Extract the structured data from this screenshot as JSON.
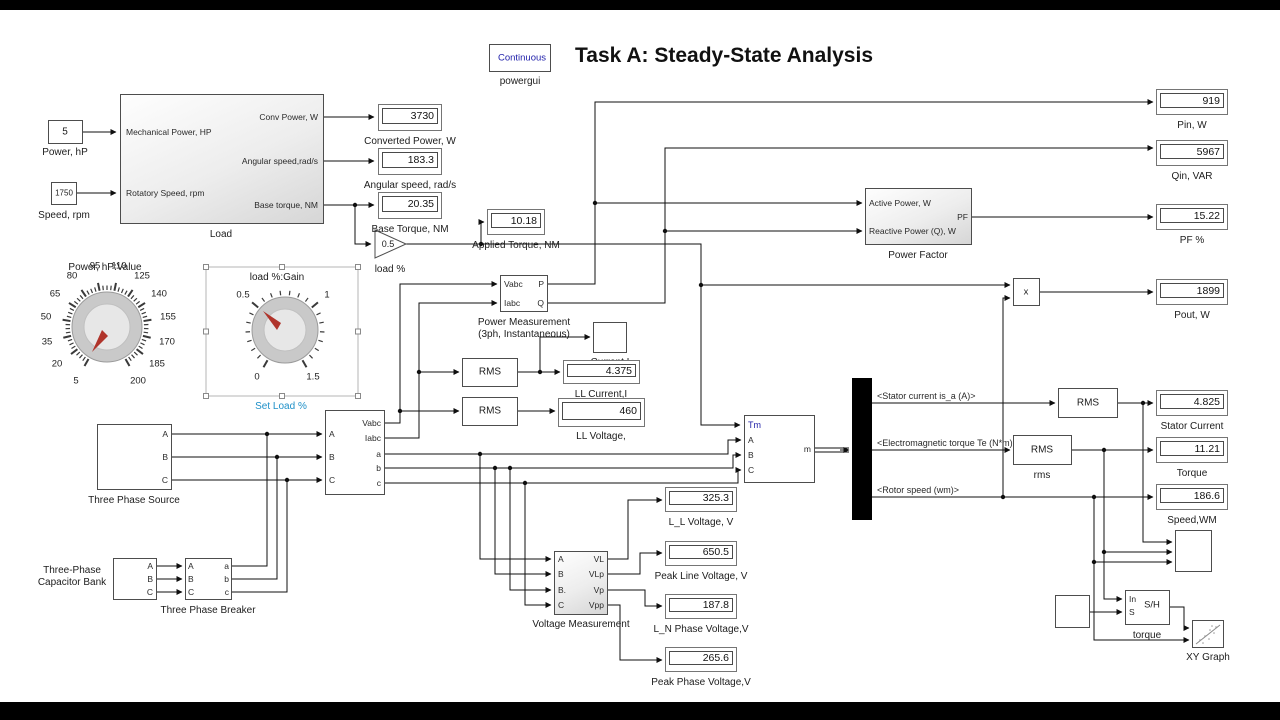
{
  "title": "Task A: Steady-State Analysis",
  "powergui": {
    "mode": "Continuous",
    "label": "powergui"
  },
  "constants": {
    "power": {
      "value": "5",
      "label": "Power, hP"
    },
    "speed": {
      "value": "1750",
      "label": "Speed, rpm"
    }
  },
  "load": {
    "label": "Load",
    "in1": "Mechanical Power, HP",
    "in2": "Rotatory Speed, rpm",
    "out1": "Conv Power, W",
    "out2": "Angular speed,rad/s",
    "out3": "Base torque, NM"
  },
  "gain": {
    "value": "0.5",
    "label": "load %"
  },
  "knob_power": {
    "title": "Power, hP:Value",
    "ticks": [
      "5",
      "20",
      "35",
      "50",
      "65",
      "80",
      "95",
      "110",
      "125",
      "140",
      "155",
      "170",
      "185",
      "200"
    ]
  },
  "knob_load": {
    "title": "load %:Gain",
    "ticks": [
      "0",
      "0.5",
      "1",
      "1.5"
    ],
    "link": "Set Load %"
  },
  "pm": {
    "label1": "Power Measurement",
    "label2": "(3ph, Instantaneous)",
    "in1": "Vabc",
    "in2": "Iabc",
    "out1": "P",
    "out2": "Q"
  },
  "scope_current": {
    "label": "Current I"
  },
  "rms": {
    "text": "RMS"
  },
  "rms_torque_label": "rms",
  "source": {
    "label": "Three Phase Source",
    "p1": "A",
    "p2": "B",
    "p3": "C"
  },
  "vi": {
    "in1": "A",
    "in2": "B",
    "in3": "C",
    "out1": "Vabc",
    "out2": "Iabc",
    "out3": "a",
    "out4": "b",
    "out5": "c"
  },
  "cap": {
    "label1": "Three-Phase",
    "label2": "Capacitor Bank",
    "p1": "A",
    "p2": "B",
    "p3": "C"
  },
  "breaker": {
    "label": "Three Phase Breaker",
    "in1": "A",
    "in2": "B",
    "in3": "C",
    "out1": "a",
    "out2": "b",
    "out3": "c"
  },
  "vm": {
    "label": "Voltage Measurement",
    "in1": "A",
    "in2": "B",
    "in3": "B.",
    "in4": "C",
    "out1": "VL",
    "out2": "VLp",
    "out3": "Vp",
    "out4": "Vpp"
  },
  "machine": {
    "in0": "Tm",
    "in1": "A",
    "in2": "B",
    "in3": "C",
    "out": "m"
  },
  "bus": {
    "s1": "<Stator current is_a (A)>",
    "s2": "<Electromagnetic torque Te (N*m)>",
    "s3": "<Rotor speed (wm)>"
  },
  "product": {
    "text": "x"
  },
  "pf_block": {
    "label": "Power Factor",
    "in1": "Active Power, W",
    "in2": "Reactive Power (Q), W",
    "out": "PF"
  },
  "sh": {
    "text": "S/H",
    "in1": "In",
    "in2": "S",
    "label": "torque"
  },
  "xy": {
    "label": "XY Graph"
  },
  "displays": {
    "converted_power": {
      "value": "3730",
      "label": "Converted Power, W"
    },
    "angular_speed": {
      "value": "183.3",
      "label": "Angular speed, rad/s"
    },
    "base_torque": {
      "value": "20.35",
      "label": "Base Torque, NM"
    },
    "applied_torque": {
      "value": "10.18",
      "label": "Applied Torque, NM"
    },
    "ll_current": {
      "value": "4.375",
      "label": "LL Current,I"
    },
    "ll_voltage": {
      "value": "460",
      "label": "LL Voltage,"
    },
    "pin": {
      "value": "919",
      "label": "Pin, W"
    },
    "qin": {
      "value": "5967",
      "label": "Qin, VAR"
    },
    "pf": {
      "value": "15.22",
      "label": "PF %"
    },
    "pout": {
      "value": "1899",
      "label": "Pout, W"
    },
    "stator_current": {
      "value": "4.825",
      "label": "Stator Current"
    },
    "torque": {
      "value": "11.21",
      "label": "Torque"
    },
    "speed_wm": {
      "value": "186.6",
      "label": "Speed,WM"
    },
    "ll_voltage_v": {
      "value": "325.3",
      "label": "L_L Voltage, V"
    },
    "peak_line": {
      "value": "650.5",
      "label": "Peak Line Voltage, V"
    },
    "ln_phase": {
      "value": "187.8",
      "label": "L_N Phase Voltage,V"
    },
    "peak_phase": {
      "value": "265.6",
      "label": "Peak Phase Voltage,V"
    }
  }
}
